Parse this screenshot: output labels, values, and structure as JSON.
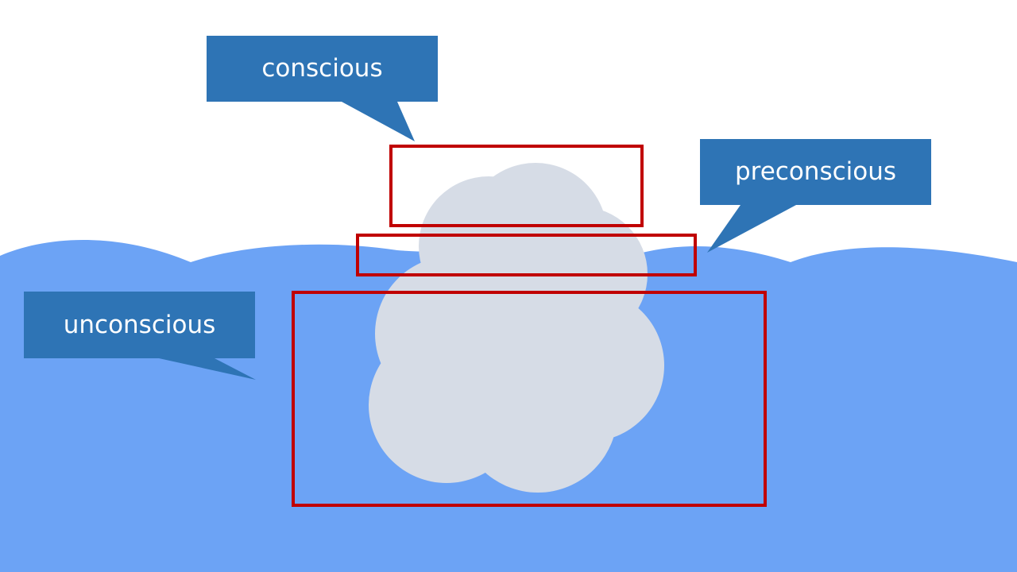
{
  "labels": {
    "conscious": "conscious",
    "preconscious": "preconscious",
    "unconscious": "unconscious"
  },
  "colors": {
    "water": "#6CA3F5",
    "iceberg": "#D6DCE6",
    "callout": "#2E74B5",
    "frame": "#C00000",
    "background": "#FFFFFF",
    "text": "#FFFFFF"
  }
}
